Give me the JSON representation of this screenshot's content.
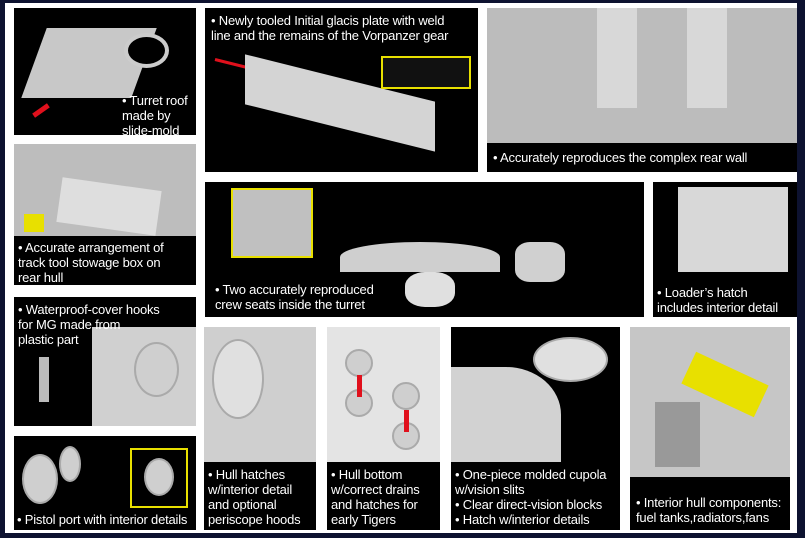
{
  "panels": {
    "turret_roof": "• Turret roof\nmade by\nslide-mold",
    "glacis": "• Newly tooled Initial glacis plate with weld\n  line and the remains of the Vorpanzer gear",
    "rear_wall": "• Accurately reproduces the complex rear wall",
    "track_box": "• Accurate arrangement of\n  track tool stowage box on\n  rear hull",
    "crew_seats": "• Two accurately reproduced\n  crew seats inside the turret",
    "loader_hatch": "• Loader’s hatch\n  includes interior detail",
    "mg_hooks": "• Waterproof-cover hooks\n  for MG made from\n  plastic part",
    "pistol_port": "• Pistol port with interior details",
    "hull_hatches": "• Hull hatches\n  w/interior detail\n  and optional\n  periscope hoods",
    "hull_bottom": "• Hull bottom\n  w/correct drains\n  and hatches for\n  early Tigers",
    "cupola": "• One-piece molded cupola\n  w/vision slits\n• Clear direct-vision blocks\n• Hatch w/interior details",
    "interior": "• Interior hull components:\n  fuel tanks,radiators,fans"
  },
  "colors": {
    "highlight": "#e8e000",
    "arrow": "#e0101c",
    "panel": "#000000",
    "frame": "#0d1230"
  }
}
